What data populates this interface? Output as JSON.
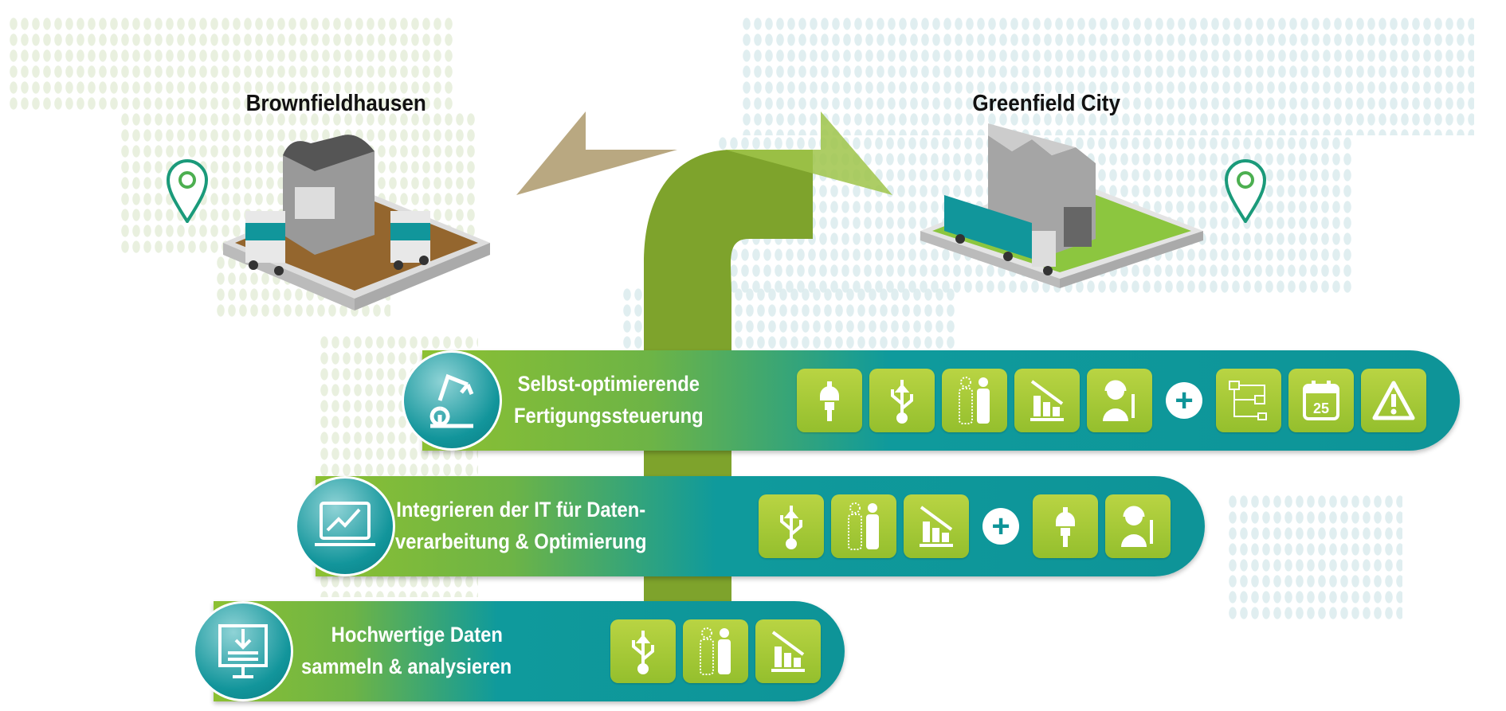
{
  "locations": {
    "left": "Brownfieldhausen",
    "right": "Greenfield City"
  },
  "stages": [
    {
      "label_line1": "Selbst-optimierende",
      "label_line2": "Fertigungssteuerung",
      "icon": "robot-arm-icon",
      "tiles": [
        "plug-icon",
        "usb-icon",
        "people-icon",
        "chart-icon",
        "support-agent-icon"
      ],
      "extra_tiles": [
        "workflow-icon",
        "calendar-icon",
        "warning-icon"
      ],
      "calendar_day": "25"
    },
    {
      "label_line1": "Integrieren der IT für Daten-",
      "label_line2": "verarbeitung & Optimierung",
      "icon": "laptop-chart-icon",
      "tiles": [
        "usb-icon",
        "people-icon",
        "chart-icon"
      ],
      "extra_tiles": [
        "plug-icon",
        "support-agent-icon"
      ]
    },
    {
      "label_line1": "Hochwertige Daten",
      "label_line2": "sammeln & analysieren",
      "icon": "download-monitor-icon",
      "tiles": [
        "usb-icon",
        "people-icon",
        "chart-icon"
      ],
      "extra_tiles": []
    }
  ],
  "plus_sign": "+",
  "colors": {
    "teal": "#0e9498",
    "green": "#8cc032",
    "tile": "#a8cb38",
    "brown_arrow": "#b5a37a",
    "green_arrow": "#9fc44a"
  }
}
